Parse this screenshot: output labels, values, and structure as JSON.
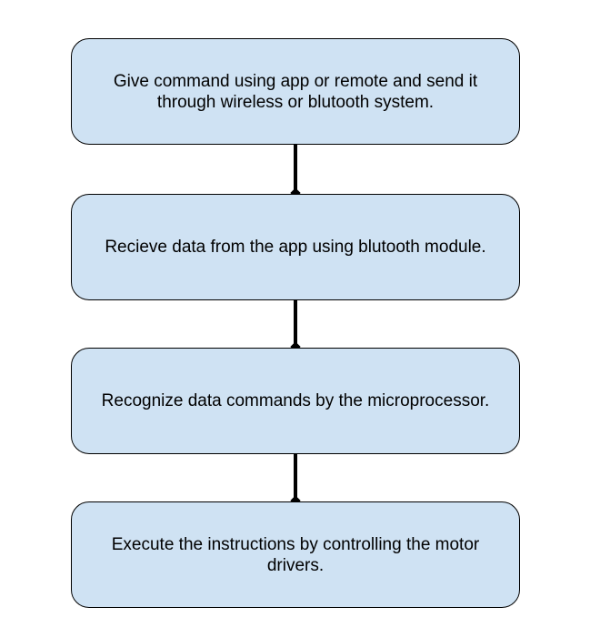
{
  "steps": [
    {
      "text": "Give command using app or remote and send it through wireless or blutooth system."
    },
    {
      "text": "Recieve data from the app using blutooth module."
    },
    {
      "text": "Recognize data commands by the microprocessor."
    },
    {
      "text": "Execute the instructions by controlling the motor drivers."
    }
  ],
  "colors": {
    "box_fill": "#cfe2f3",
    "box_border": "#000000",
    "connector": "#000000"
  }
}
